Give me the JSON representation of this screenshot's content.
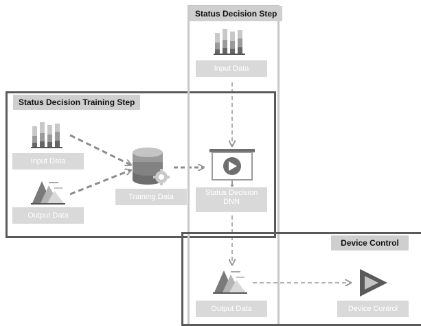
{
  "sections": {
    "status_step": "Status Decision Step",
    "training_step": "Status Decision Training Step",
    "device_control": "Device Control"
  },
  "nodes": {
    "input_data_top": "Input Data",
    "input_data_left": "Input Data",
    "output_data_left": "Output Data",
    "training_data": "Training Data",
    "dnn_line1": "Status Decision",
    "dnn_line2": "DNN",
    "output_data_bottom": "Output Data",
    "device_control": "Device Control"
  },
  "colors": {
    "frame_dark": "#5a5a5a",
    "frame_light": "#c8c8c8",
    "label_bg": "#d9d9d9",
    "arrow": "#999999"
  }
}
